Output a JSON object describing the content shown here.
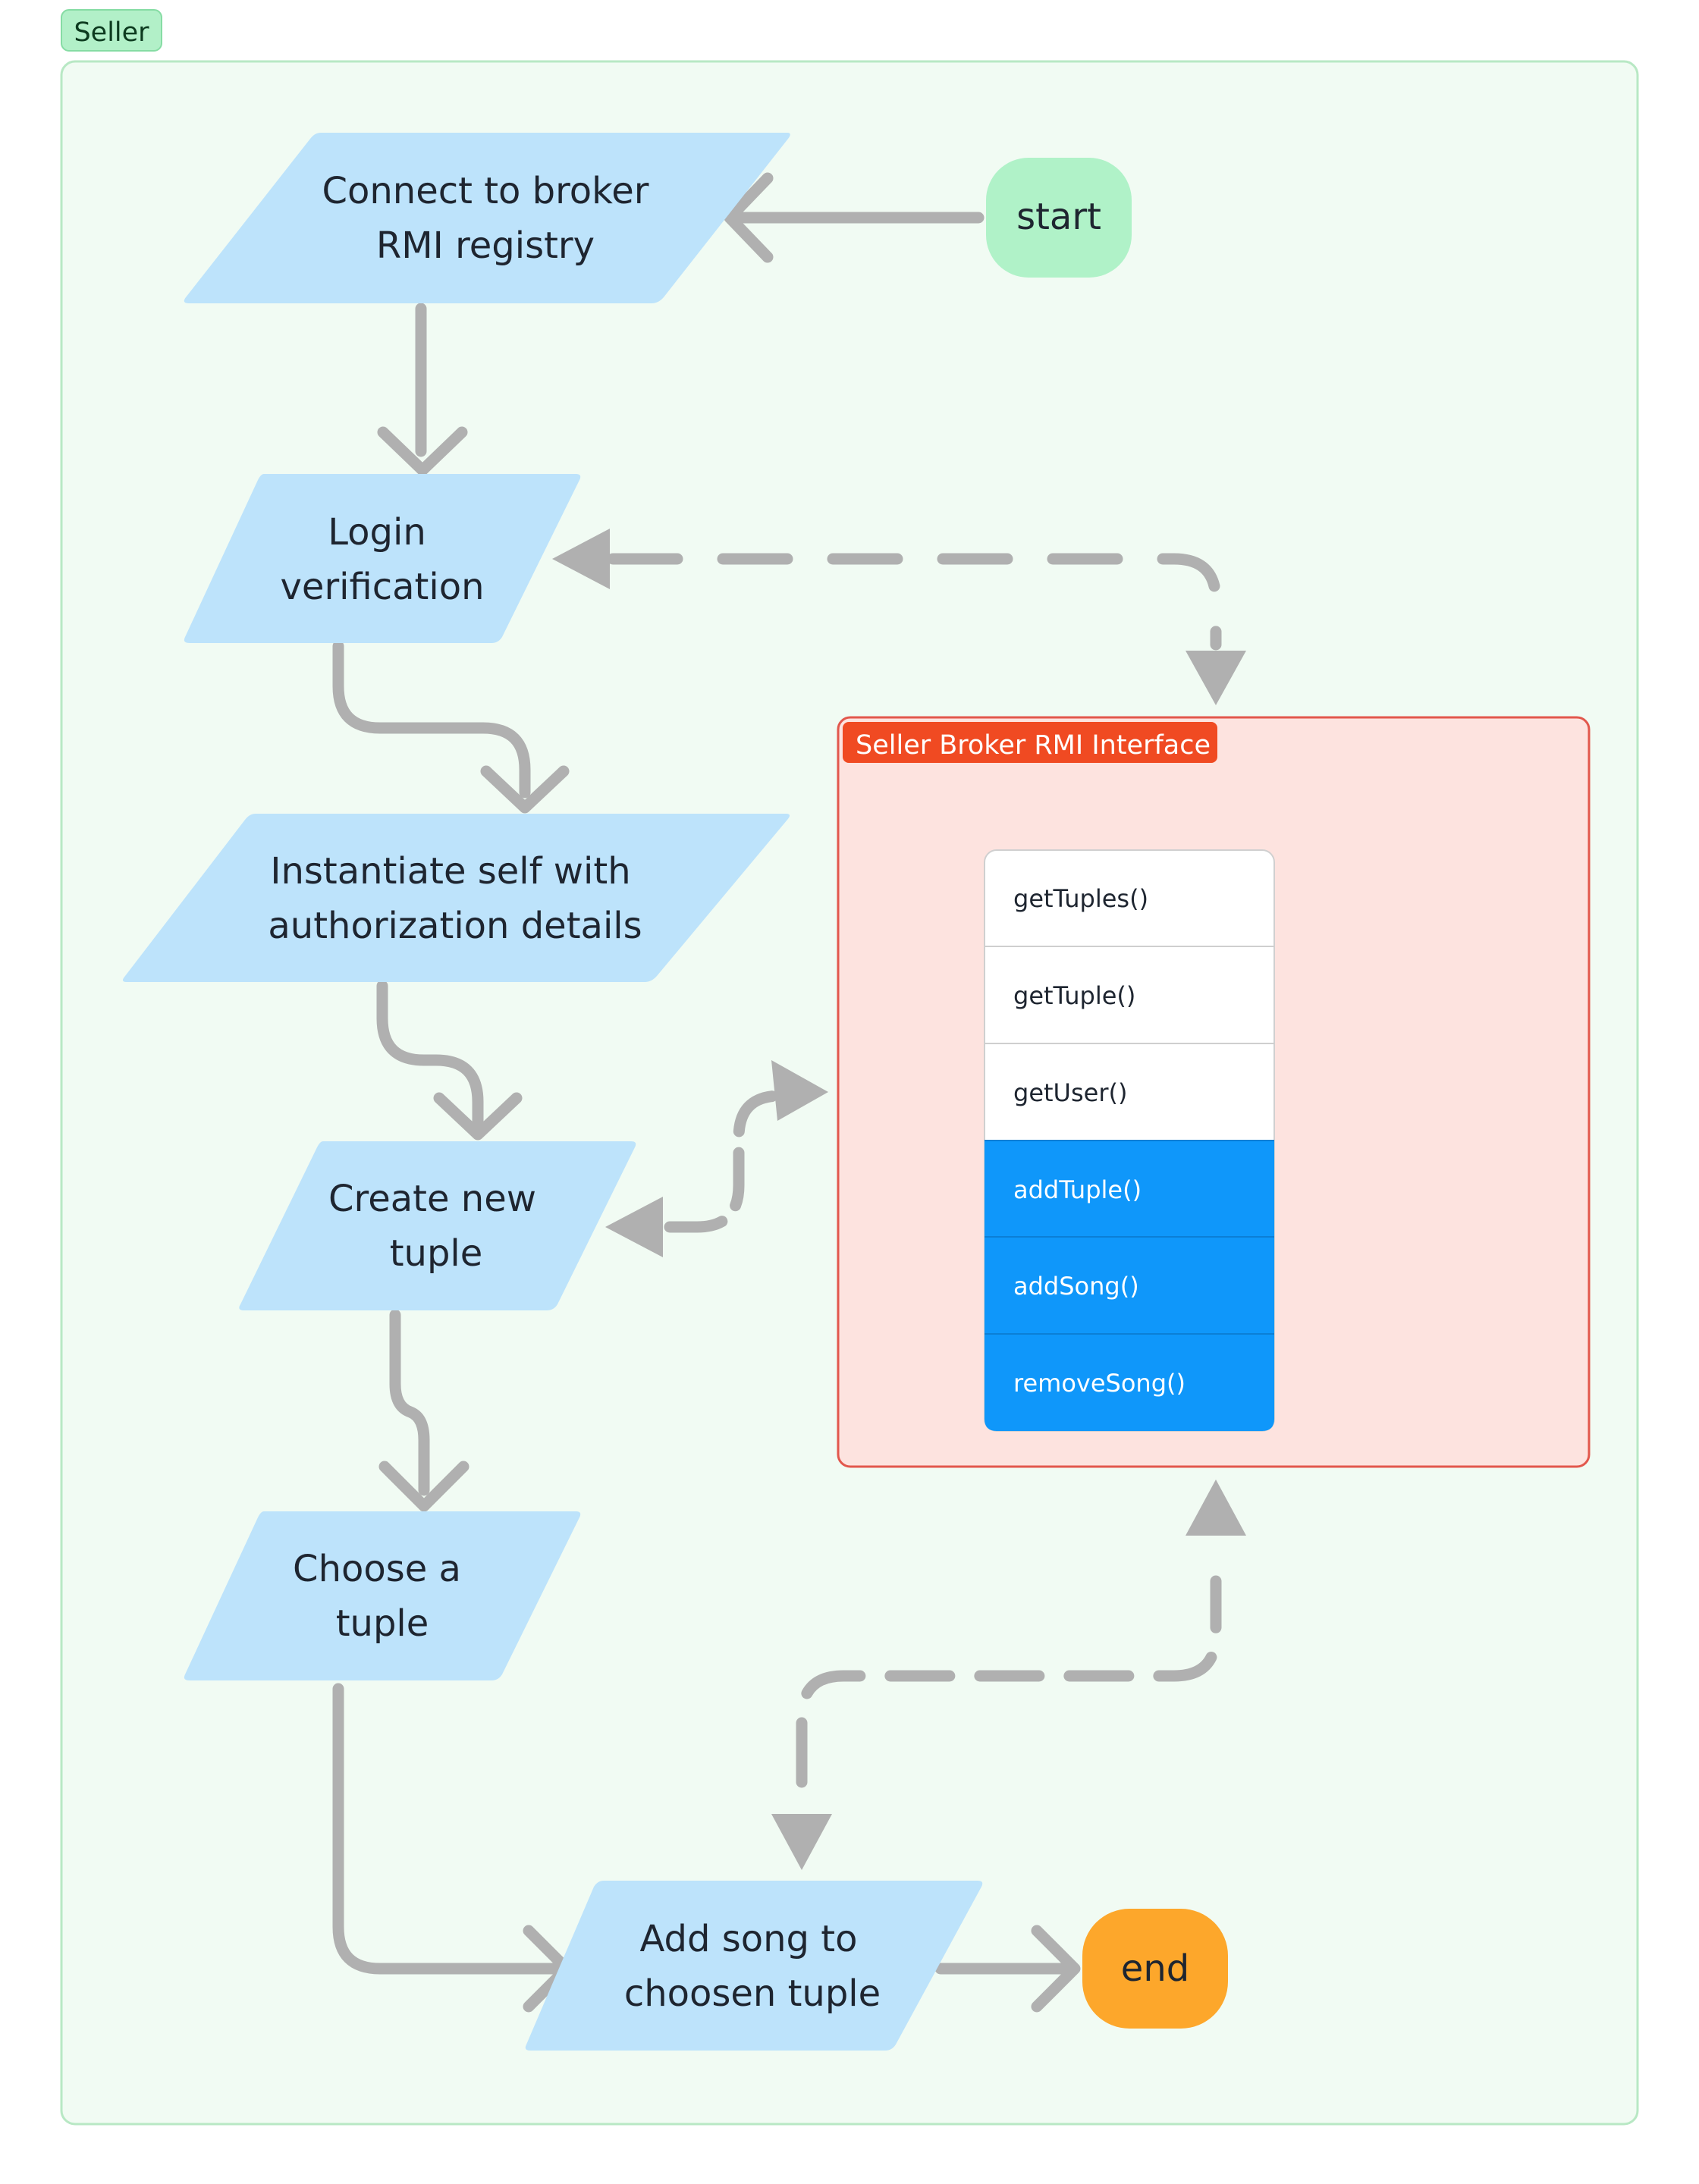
{
  "seller_group": {
    "label": "Seller"
  },
  "interface_group": {
    "label": "Seller Broker RMI Interface"
  },
  "terminals": {
    "start": "start",
    "end": "end"
  },
  "steps": {
    "connect": {
      "line1": "Connect to broker",
      "line2": "RMI registry"
    },
    "login": {
      "line1": "Login",
      "line2": "verification"
    },
    "instantiate": {
      "line1": "Instantiate self with",
      "line2": "authorization details"
    },
    "create": {
      "line1": "Create new",
      "line2": "tuple"
    },
    "choose": {
      "line1": "Choose a",
      "line2": "tuple"
    },
    "add": {
      "line1": "Add song to",
      "line2": "choosen tuple"
    }
  },
  "interface_methods": [
    {
      "label": "getTuples()",
      "highlighted": false
    },
    {
      "label": "getTuple()",
      "highlighted": false
    },
    {
      "label": "getUser()",
      "highlighted": false
    },
    {
      "label": "addTuple()",
      "highlighted": true
    },
    {
      "label": "addSong()",
      "highlighted": true
    },
    {
      "label": "removeSong()",
      "highlighted": true
    }
  ],
  "colors": {
    "seller_bg": "#f1fbf3",
    "seller_border": "#b8e8c4",
    "seller_badge": "#b2f0c8",
    "process_fill": "#bde3fb",
    "interface_bg": "#fde3df",
    "interface_border": "#e2574c",
    "interface_badge": "#f04a22",
    "method_highlight": "#0f97fa",
    "start_fill": "#b0f2c8",
    "end_fill": "#fda72b",
    "arrow": "#b0b0b0"
  }
}
